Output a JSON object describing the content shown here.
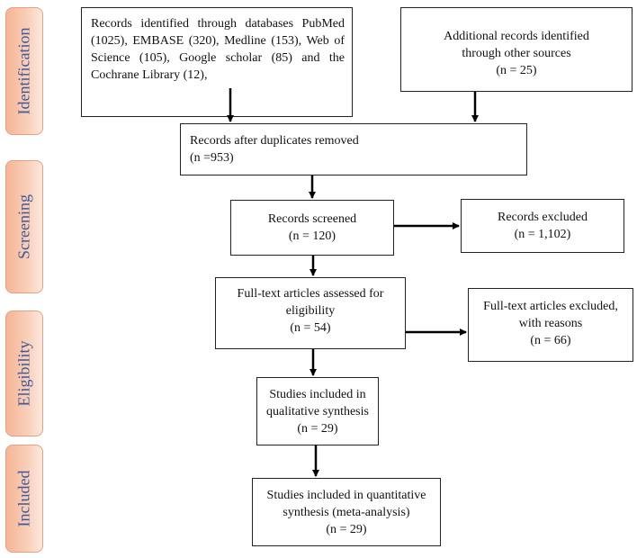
{
  "phases": {
    "identification": "Identification",
    "screening": "Screening",
    "eligibility": "Eligibility",
    "included": "Included"
  },
  "boxes": {
    "databases": {
      "lines": [
        "Records identified through databases PubMed",
        "(1025), EMBASE (320), Medline (153), Web of",
        "Science (105), Google scholar (85) and the",
        "Cochrane Library (12),"
      ]
    },
    "other_sources": {
      "lines": [
        "Additional records identified",
        "through other sources",
        "(n = 25)"
      ]
    },
    "duplicates_removed": {
      "lines": [
        "Records after duplicates removed",
        "(n =953)"
      ]
    },
    "screened": {
      "lines": [
        "Records screened",
        "(n = 120)"
      ]
    },
    "excluded": {
      "lines": [
        "Records excluded",
        "(n = 1,102)"
      ]
    },
    "fulltext_assessed": {
      "lines": [
        "Full-text articles assessed for",
        "eligibility",
        "(n = 54)"
      ]
    },
    "fulltext_excluded": {
      "lines": [
        "Full-text articles excluded,",
        "with reasons",
        "(n = 66)"
      ]
    },
    "qualitative": {
      "lines": [
        "Studies included in",
        "qualitative synthesis",
        "(n = 29)"
      ]
    },
    "quantitative": {
      "lines": [
        "Studies included in quantitative",
        "synthesis (meta-analysis)",
        "(n = 29)"
      ]
    }
  },
  "colors": {
    "phase_fill": "#f6b597",
    "phase_text": "#3c5a9a",
    "arrow": "#000000"
  }
}
